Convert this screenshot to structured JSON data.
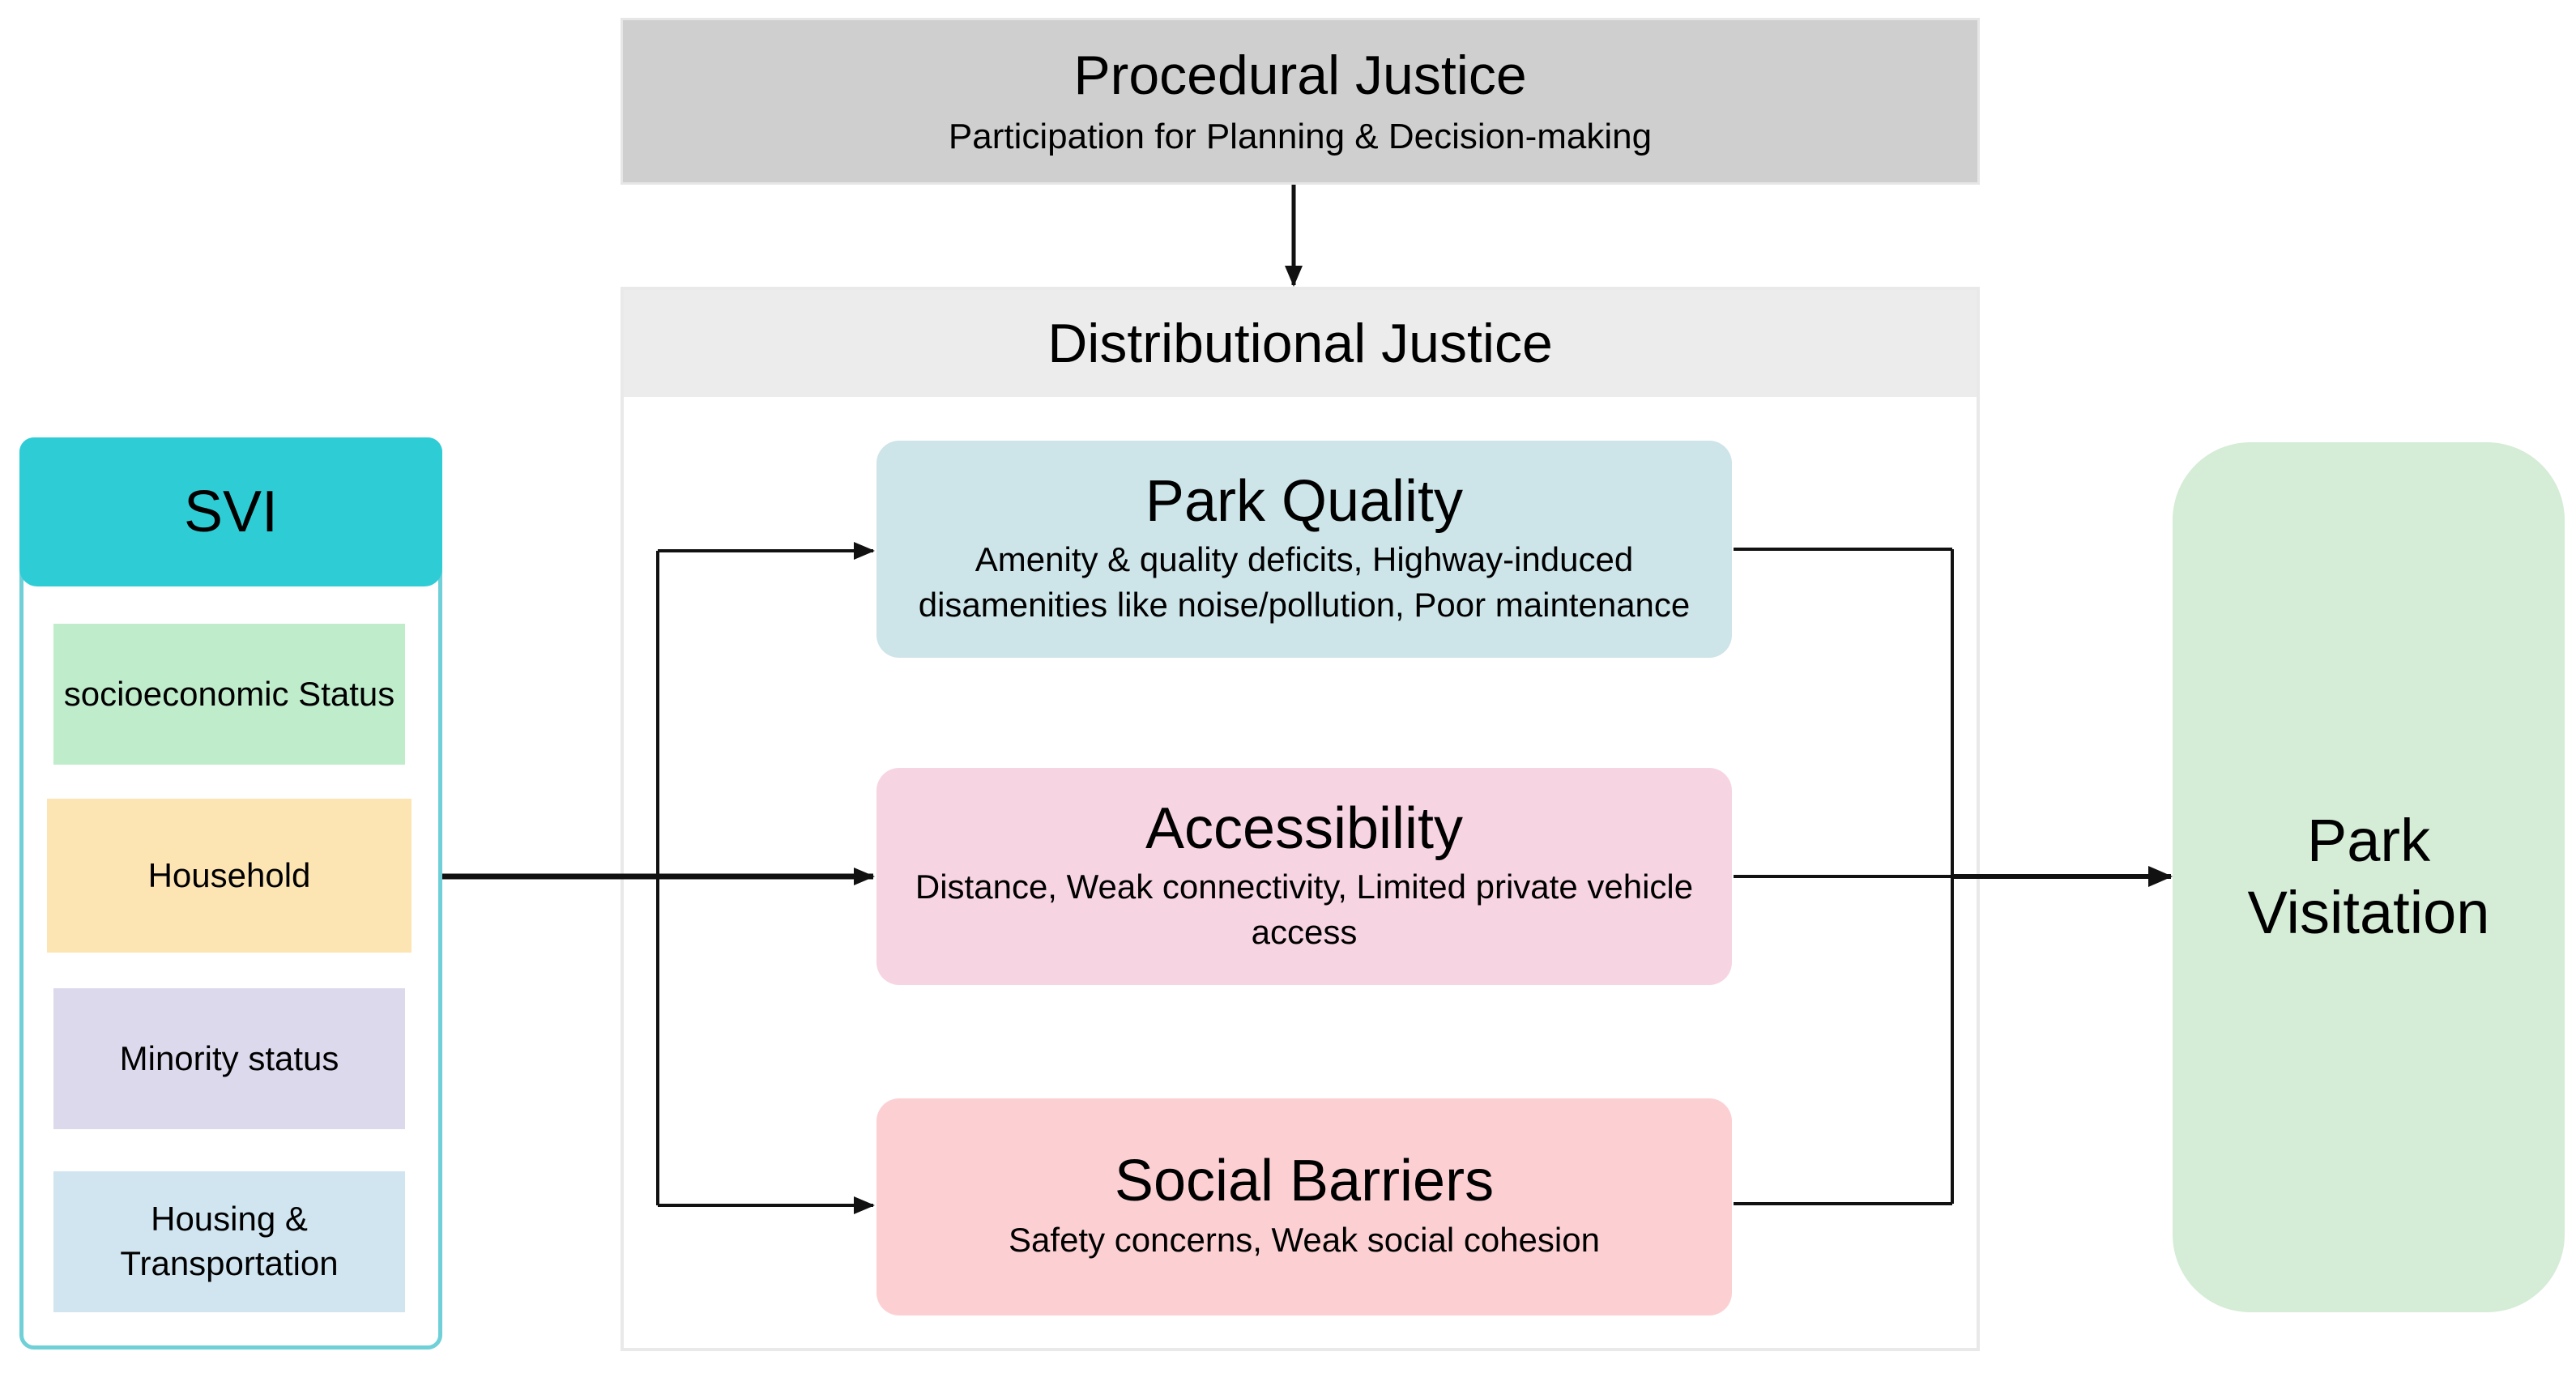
{
  "procedural": {
    "title": "Procedural Justice",
    "subtitle": "Participation for Planning & Decision-making"
  },
  "distributional": {
    "title": "Distributional Justice"
  },
  "factors": {
    "park_quality": {
      "title": "Park Quality",
      "description": "Amenity & quality deficits, Highway-induced disamenities like noise/pollution, Poor maintenance"
    },
    "accessibility": {
      "title": "Accessibility",
      "description": "Distance, Weak connectivity, Limited private vehicle access"
    },
    "social_barriers": {
      "title": "Social Barriers",
      "description": "Safety concerns, Weak social cohesion"
    }
  },
  "svi": {
    "title": "SVI",
    "items": [
      "socioeconomic Status",
      "Household",
      "Minority status",
      "Housing & Transportation"
    ]
  },
  "outcome": {
    "title": "Park Visitation"
  },
  "colors": {
    "procedural_fill": "#cfcfcf",
    "distributional_header_fill": "#ececec",
    "park_quality_fill": "#cde4e8",
    "accessibility_fill": "#f7d4e2",
    "social_barriers_fill": "#fcd0d3",
    "svi_header_fill": "#2ecdd6",
    "svi_border": "#6fd0d8",
    "socioeconomic_fill": "#bfeccb",
    "household_fill": "#fde5b3",
    "minority_fill": "#ddd9ec",
    "housing_transport_fill": "#d1e5f1",
    "park_visitation_fill": "#d5ecd6",
    "arrow": "#111111"
  }
}
